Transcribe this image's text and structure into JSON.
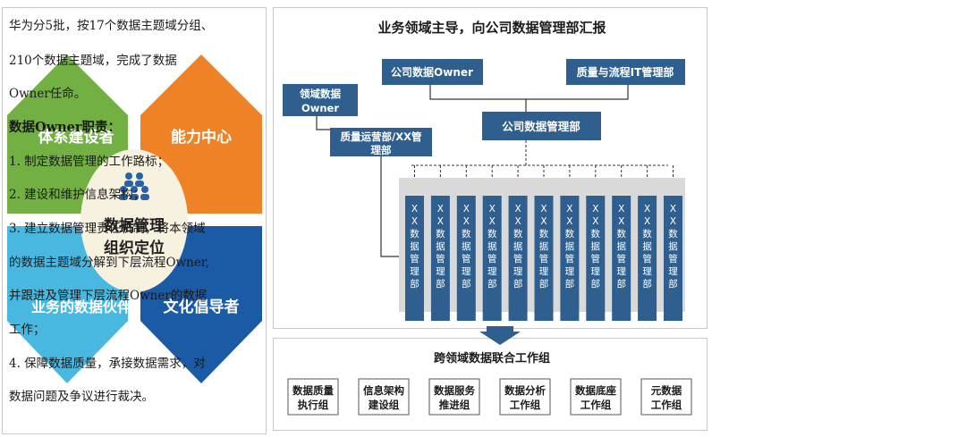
{
  "left": {
    "quadrants": [
      "体系建设者",
      "能力中心",
      "业务的数据伙伴",
      "文化倡导者"
    ],
    "center_line1": "数据管理",
    "center_line2": "组织定位",
    "center_icon": "people-group-icon",
    "colors": {
      "green": "#72b043",
      "orange": "#ef8226",
      "lightblue": "#48b8e0",
      "navy": "#1b5aa5"
    }
  },
  "mid": {
    "title": "业务领域主导，向公司数据管理部汇报",
    "box_owner": "公司数据Owner",
    "box_quality_it": "质量与流程IT管理部",
    "box_domain_line1": "领域数据",
    "box_domain_line2": "Owner",
    "box_company_dept": "公司数据管理部",
    "box_ops_line1": "质量运营部/XX管",
    "box_ops_line2": "理部",
    "column_chars": [
      "X",
      "X",
      "数",
      "据",
      "管",
      "理",
      "部"
    ],
    "column_count": 11,
    "colors": {
      "box": "#2e5f8e",
      "gray_band": "#d9d9d9"
    }
  },
  "bottom": {
    "title": "跨领域数据联合工作组",
    "groups": [
      {
        "line1": "数据质量",
        "line2": "执行组"
      },
      {
        "line1": "信息架构",
        "line2": "建设组"
      },
      {
        "line1": "数据服务",
        "line2": "推进组"
      },
      {
        "line1": "数据分析",
        "line2": "工作组"
      },
      {
        "line1": "数据底座",
        "line2": "工作组"
      },
      {
        "line1": "元数据",
        "line2": "工作组"
      }
    ]
  },
  "right": {
    "lines": [
      {
        "text": "华为分5批，按17个数据主题域分组、",
        "bold": false
      },
      {
        "text": "210个数据主题域，完成了数据",
        "bold": false
      },
      {
        "text": "Owner任命。",
        "bold": false
      },
      {
        "text": "数据Owner职责：",
        "bold": true
      },
      {
        "text": "1.    制定数据管理的工作路标；",
        "bold": false
      },
      {
        "text": "2.    建设和维护信息架构；",
        "bold": false
      },
      {
        "text": "3.    建立数据管理责任机制，将本领域",
        "bold": false
      },
      {
        "text": "的数据主题域分解到下层流程Owner,",
        "bold": false
      },
      {
        "text": "并跟进及管理下层流程Owner的数据",
        "bold": false
      },
      {
        "text": "工作；",
        "bold": false
      },
      {
        "text": "4.    保障数据质量，承接数据需求，对",
        "bold": false
      },
      {
        "text": "数据问题及争议进行裁决。",
        "bold": false
      }
    ]
  }
}
